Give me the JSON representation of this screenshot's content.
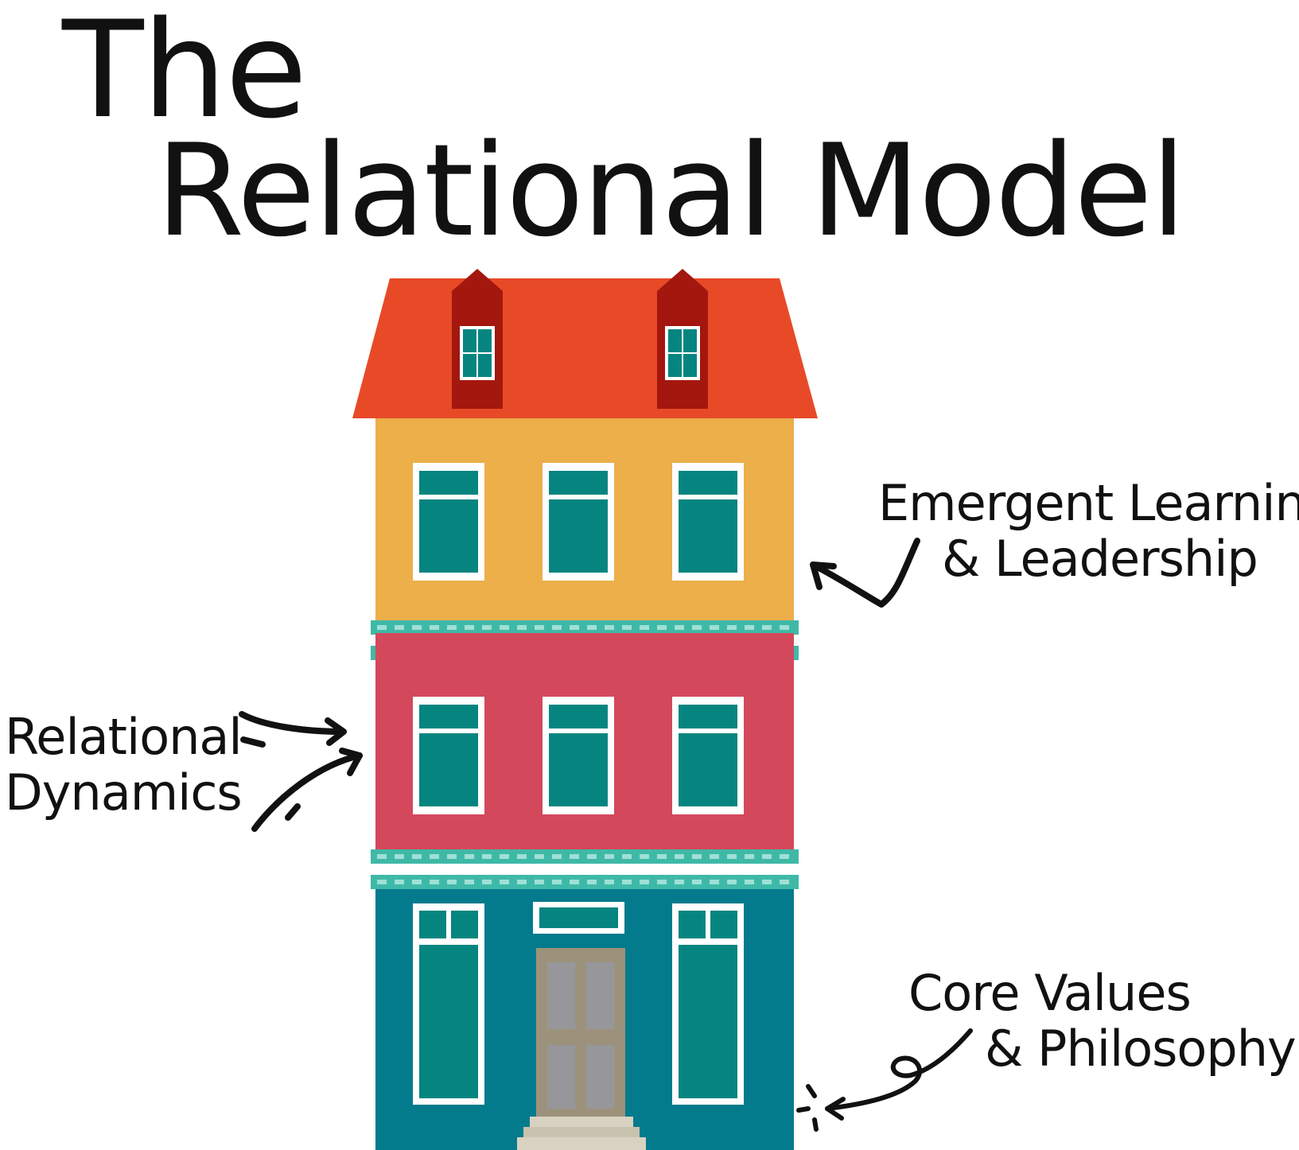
{
  "title": {
    "line1": "The",
    "line2": "Relational Model"
  },
  "labels": {
    "top": {
      "line1": "Emergent Learning",
      "line2": "& Leadership"
    },
    "middle": {
      "line1": "Relational",
      "line2": "Dynamics"
    },
    "bottom": {
      "line1": "Core Values",
      "line2": "& Philosophy"
    }
  },
  "colors": {
    "roof": "#e84a27",
    "dormer": "#a3170e",
    "top_floor": "#ecaf4a",
    "middle_floor": "#d4485c",
    "ground_floor": "#037b8c",
    "window_glass": "#068580",
    "trim": "#3fb9a7",
    "door": "#9c927b",
    "door_panel": "#97979b"
  }
}
